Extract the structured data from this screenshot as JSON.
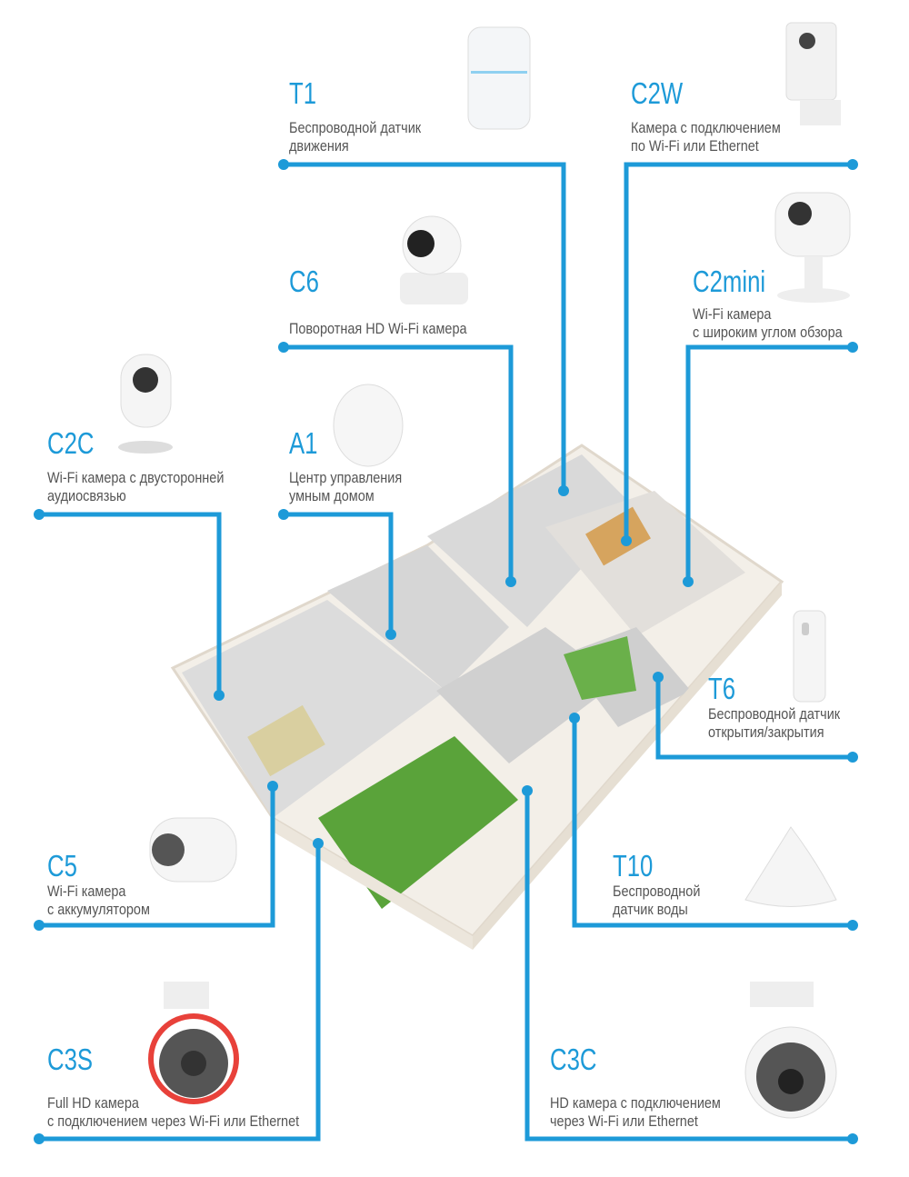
{
  "accent_color": "#1d9ad8",
  "devices": [
    {
      "model": "T1",
      "lines": [
        "Беспроводной датчик",
        "движения"
      ]
    },
    {
      "model": "C2W",
      "lines": [
        "Камера с подключением",
        "по Wi-Fi или Ethernet"
      ]
    },
    {
      "model": "C6",
      "lines": [
        "Поворотная HD Wi-Fi камера"
      ]
    },
    {
      "model": "C2mini",
      "lines": [
        "Wi-Fi камера",
        "с широким углом обзора"
      ]
    },
    {
      "model": "C2C",
      "lines": [
        "Wi-Fi камера с двусторонней",
        "аудиосвязью"
      ]
    },
    {
      "model": "A1",
      "lines": [
        "Центр управления",
        "умным домом"
      ]
    },
    {
      "model": "T6",
      "lines": [
        "Беспроводной датчик",
        "открытия/закрытия"
      ]
    },
    {
      "model": "C5",
      "lines": [
        "Wi-Fi камера",
        "с аккумулятором"
      ]
    },
    {
      "model": "T10",
      "lines": [
        "Беспроводной",
        "датчик воды"
      ]
    },
    {
      "model": "C3S",
      "lines": [
        "Full HD камера",
        "с подключением через Wi-Fi или Ethernet"
      ]
    },
    {
      "model": "C3C",
      "lines": [
        "HD камера с подключением",
        "через Wi-Fi или Ethernet"
      ]
    }
  ]
}
